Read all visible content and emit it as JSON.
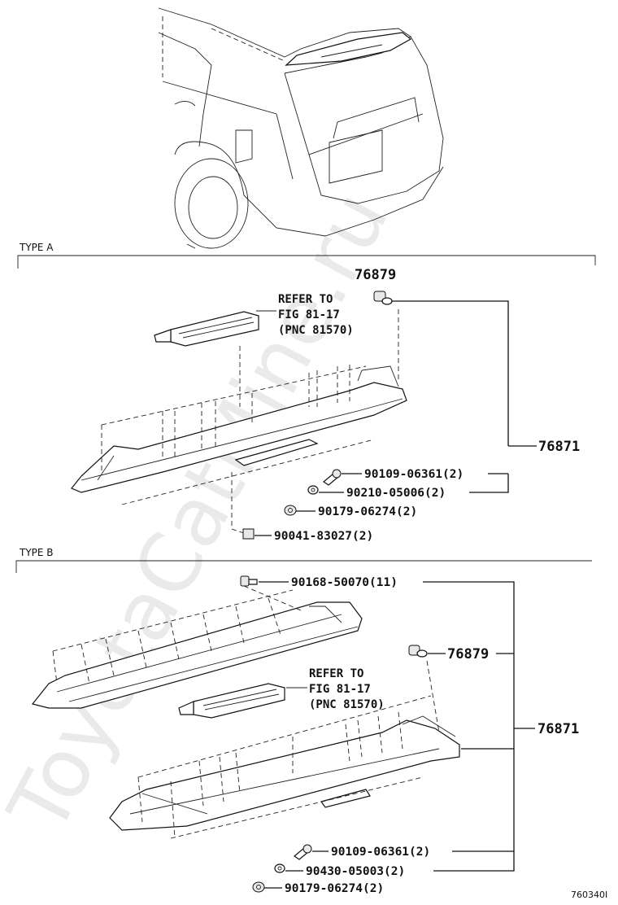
{
  "watermark": "ToyotaCatMine.ru",
  "diagram_code": "760340I",
  "type_a": {
    "title": "TYPE A",
    "refer_note": [
      "REFER TO",
      "FIG 81-17",
      "(PNC 81570)"
    ],
    "labels": {
      "cap_76879": "76879",
      "spoiler_76871": "76871",
      "bolt_90109": "90109-06361(2)",
      "washer_90210": "90210-05006(2)",
      "nut_90179": "90179-06274(2)",
      "clip_90041": "90041-83027(2)"
    }
  },
  "type_b": {
    "title": "TYPE B",
    "refer_note": [
      "REFER TO",
      "FIG 81-17",
      "(PNC 81570)"
    ],
    "labels": {
      "clip_90168": "90168-50070(11)",
      "cap_76879": "76879",
      "spoiler_76871": "76871",
      "bolt_90109": "90109-06361(2)",
      "washer_90430": "90430-05003(2)",
      "nut_90179": "90179-06274(2)"
    }
  }
}
